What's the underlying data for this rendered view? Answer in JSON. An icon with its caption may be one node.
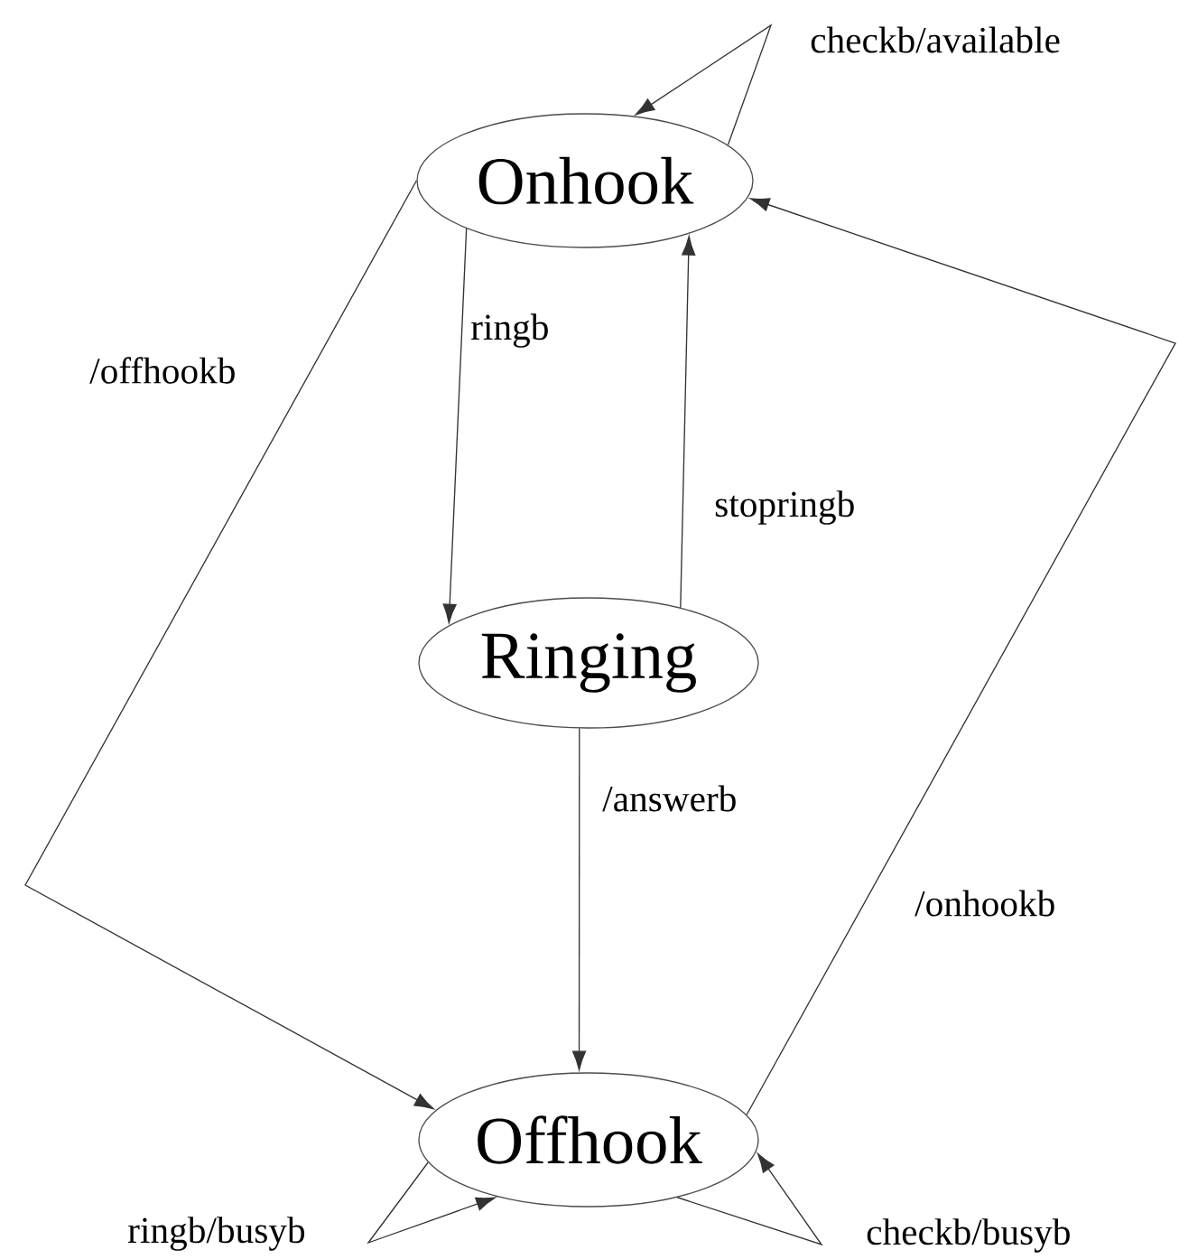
{
  "diagram": {
    "nodes": [
      {
        "text": [
          "Onhook"
        ]
      },
      {
        "text": [
          "Ringing"
        ]
      },
      {
        "text": [
          "Offhook"
        ]
      }
    ],
    "edges": [
      {
        "from": 0,
        "to": 0,
        "arrow": "to",
        "label": "checkb/available"
      },
      {
        "from": 0,
        "to": 1,
        "arrow": "to",
        "label": "ringb"
      },
      {
        "from": 1,
        "to": 0,
        "arrow": "to",
        "label": "stopringb"
      },
      {
        "from": 0,
        "to": 2,
        "arrow": "to",
        "label": "/offhookb"
      },
      {
        "from": 1,
        "to": 2,
        "arrow": "to",
        "label": "/answerb"
      },
      {
        "from": 2,
        "to": 0,
        "arrow": "to",
        "label": "/onhookb"
      },
      {
        "from": 2,
        "to": 2,
        "arrow": "to",
        "label": "ringb/busyb"
      },
      {
        "from": 2,
        "to": 2,
        "arrow": "to",
        "label": "checkb/busyb"
      }
    ]
  }
}
